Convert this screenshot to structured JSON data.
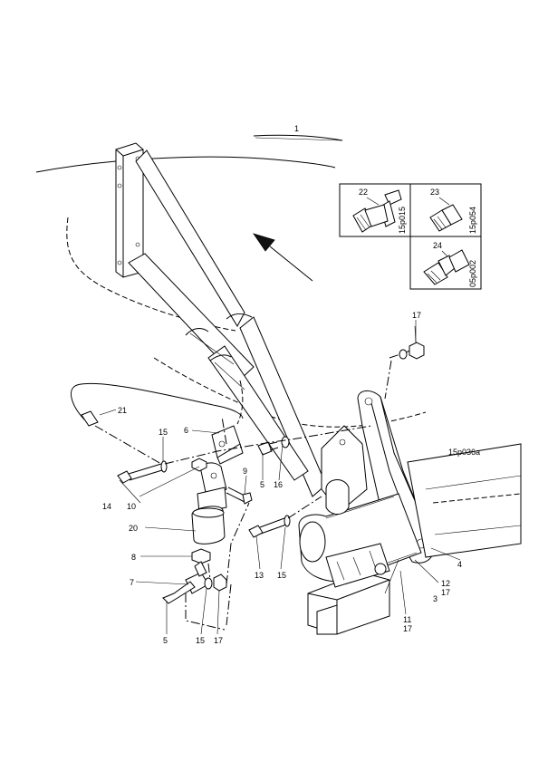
{
  "callouts": {
    "c1": "1",
    "c3": "3",
    "c4": "4",
    "c5a": "5",
    "c5b": "5",
    "c6": "6",
    "c7": "7",
    "c8": "8",
    "c9": "9",
    "c10": "10",
    "c11": "11",
    "c12": "12",
    "c13": "13",
    "c14": "14",
    "c15a": "15",
    "c15b": "15",
    "c15c": "15",
    "c16": "16",
    "c17a": "17",
    "c17b": "17",
    "c17c": "17",
    "c17d": "17",
    "c20": "20",
    "c21": "21",
    "c22": "22",
    "c23": "23",
    "c24": "24"
  },
  "codes": {
    "main": "15p036a",
    "inset22": "15p015",
    "inset23": "15p054",
    "inset24": "05p002"
  }
}
